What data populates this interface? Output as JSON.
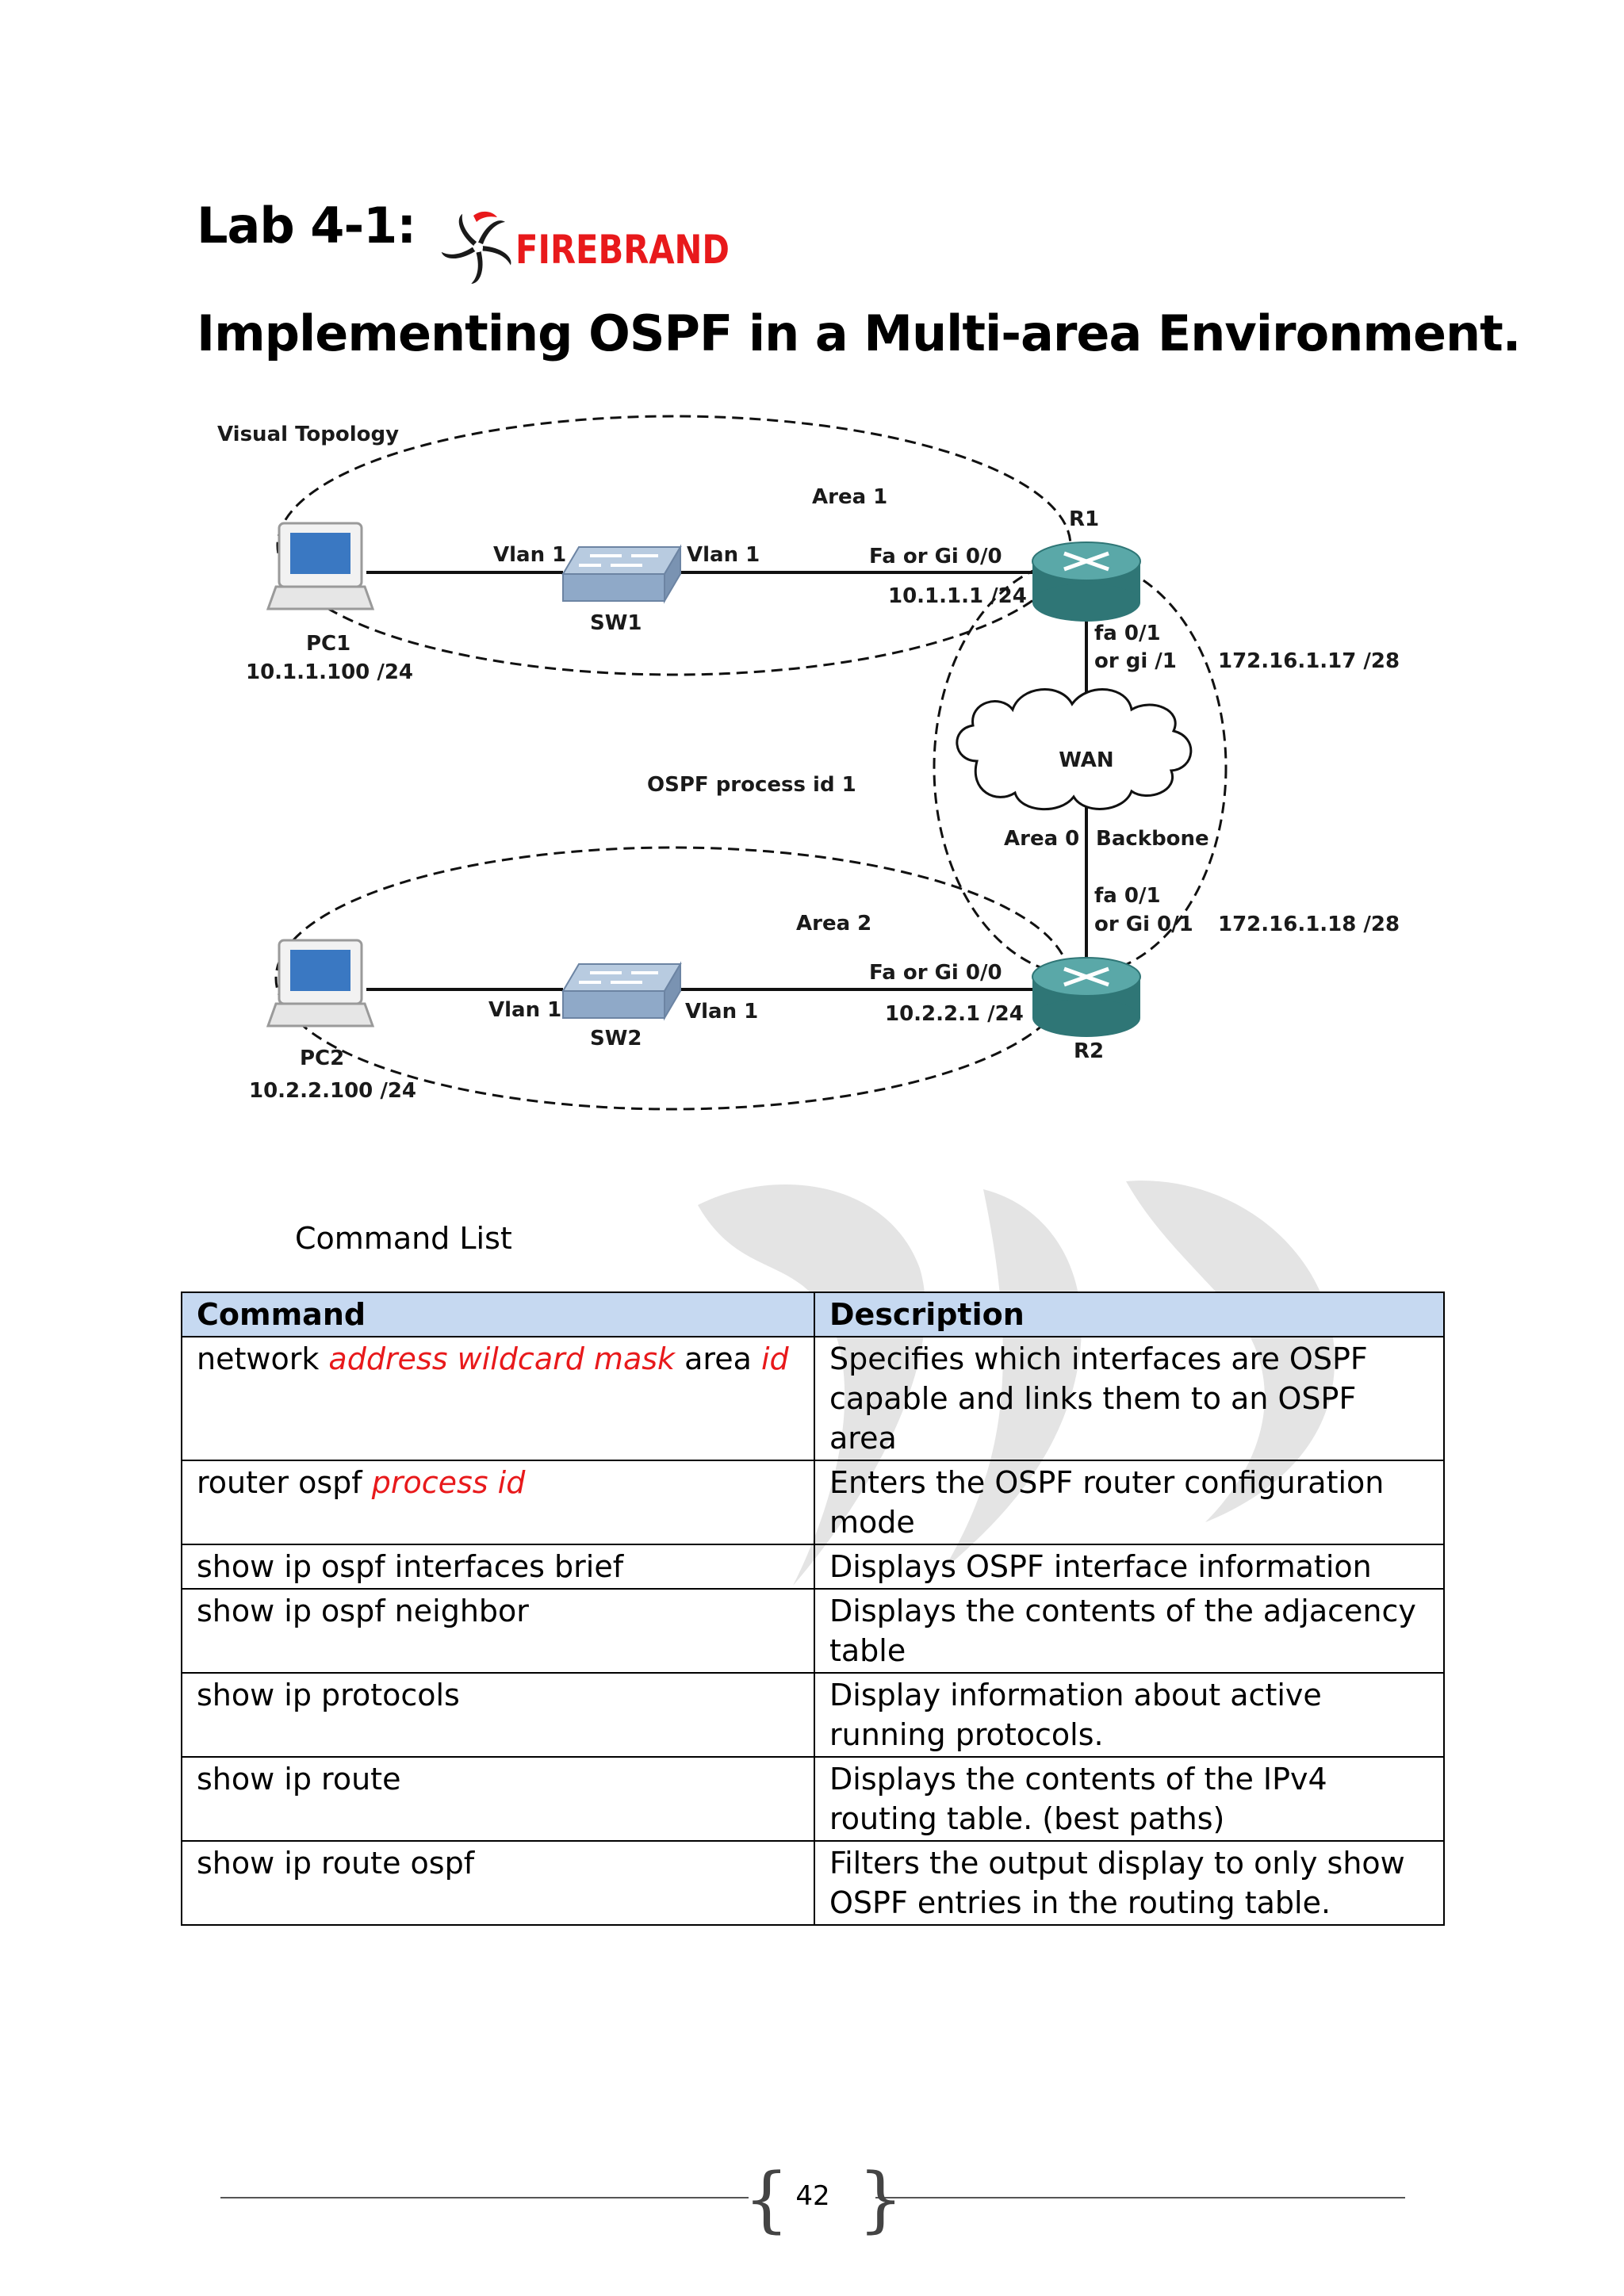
{
  "lab_title": "Lab 4-1:",
  "brand": {
    "name": "FIREBRAND",
    "color": "#e8191b"
  },
  "heading": "Implementing OSPF in a Multi-area Environment.",
  "topology": {
    "caption": "Visual Topology",
    "area1_label": "Area 1",
    "area2_label": "Area 2",
    "process_label": "OSPF process id 1",
    "area0_label": "Area 0",
    "backbone_label": "Backbone",
    "wan_label": "WAN",
    "pc1": {
      "name": "PC1",
      "ip": "10.1.1.100 /24"
    },
    "pc2": {
      "name": "PC2",
      "ip": "10.2.2.100 /24"
    },
    "sw1": {
      "name": "SW1",
      "vlan_left": "Vlan 1",
      "vlan_right": "Vlan 1"
    },
    "sw2": {
      "name": "SW2",
      "vlan_left": "Vlan 1",
      "vlan_right": "Vlan 1"
    },
    "r1": {
      "name": "R1",
      "lan_if": "Fa or Gi 0/0",
      "lan_ip": "10.1.1.1 /24",
      "wan_if_line1": "fa 0/1",
      "wan_if_line2": "or gi /1",
      "wan_ip": "172.16.1.17 /28"
    },
    "r2": {
      "name": "R2",
      "lan_if": "Fa or Gi 0/0",
      "lan_ip": "10.2.2.1 /24",
      "wan_if_line1": "fa 0/1",
      "wan_if_line2": "or Gi 0/1",
      "wan_ip": "172.16.1.18 /28"
    },
    "colors": {
      "router": "#3d8c8c",
      "switch": "#8fa9c8",
      "pc_screen": "#3a78c2"
    }
  },
  "command_list_label": "Command List",
  "table": {
    "headers": [
      "Command",
      "Description"
    ],
    "header_bg": "#c6d9f1",
    "param_color": "#e8191b",
    "rows": [
      {
        "cmd_a": "network ",
        "param_a": "address wildcard mask",
        "cmd_b": " area ",
        "param_b": "id",
        "desc": "Specifies which interfaces are OSPF capable and links them to an OSPF area"
      },
      {
        "cmd_a": "router ospf ",
        "param_a": "process id",
        "cmd_b": "",
        "param_b": "",
        "desc": "Enters the OSPF router configuration mode"
      },
      {
        "cmd_a": "show ip ospf interfaces brief",
        "param_a": "",
        "cmd_b": "",
        "param_b": "",
        "desc": "Displays OSPF interface information"
      },
      {
        "cmd_a": "show ip ospf neighbor",
        "param_a": "",
        "cmd_b": "",
        "param_b": "",
        "desc": "Displays the contents of the adjacency table"
      },
      {
        "cmd_a": "show ip protocols",
        "param_a": "",
        "cmd_b": "",
        "param_b": "",
        "desc": "Display information about active running protocols."
      },
      {
        "cmd_a": "show ip route",
        "param_a": "",
        "cmd_b": "",
        "param_b": "",
        "desc": "Displays the contents of the IPv4 routing table. (best paths)"
      },
      {
        "cmd_a": "show ip route ospf",
        "param_a": "",
        "cmd_b": "",
        "param_b": "",
        "desc": "Filters the output display to only show OSPF entries in the routing table."
      }
    ]
  },
  "page_number": "42"
}
